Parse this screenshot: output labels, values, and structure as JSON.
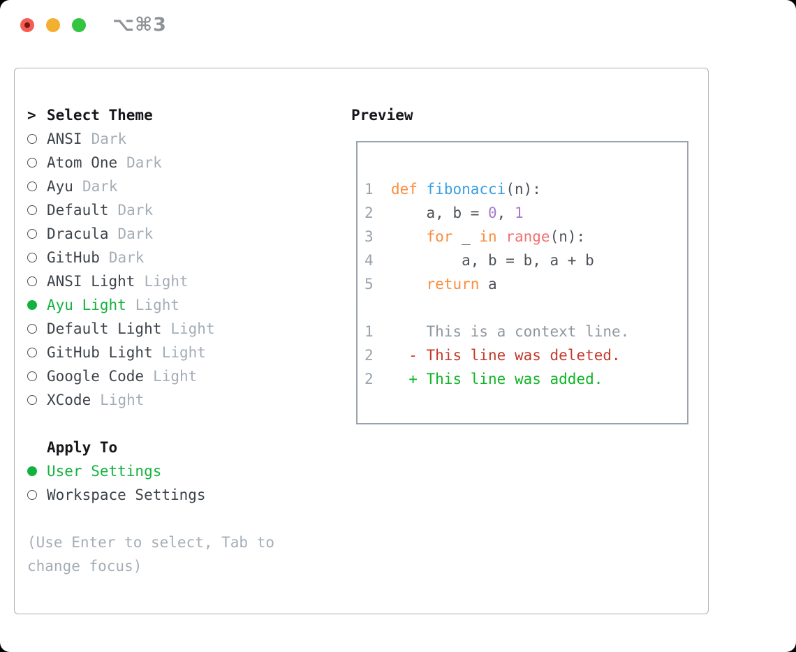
{
  "window": {
    "title": "⌥⌘3"
  },
  "theme_panel": {
    "prompt": ">",
    "header": "Select Theme",
    "items": [
      {
        "name": "ANSI",
        "variant": "Dark",
        "selected": false
      },
      {
        "name": "Atom One",
        "variant": "Dark",
        "selected": false
      },
      {
        "name": "Ayu",
        "variant": "Dark",
        "selected": false
      },
      {
        "name": "Default",
        "variant": "Dark",
        "selected": false
      },
      {
        "name": "Dracula",
        "variant": "Dark",
        "selected": false
      },
      {
        "name": "GitHub",
        "variant": "Dark",
        "selected": false
      },
      {
        "name": "ANSI Light",
        "variant": "Light",
        "selected": false
      },
      {
        "name": "Ayu Light",
        "variant": "Light",
        "selected": true
      },
      {
        "name": "Default Light",
        "variant": "Light",
        "selected": false
      },
      {
        "name": "GitHub Light",
        "variant": "Light",
        "selected": false
      },
      {
        "name": "Google Code",
        "variant": "Light",
        "selected": false
      },
      {
        "name": "XCode",
        "variant": "Light",
        "selected": false
      }
    ]
  },
  "apply_to": {
    "header": "Apply To",
    "items": [
      {
        "label": "User Settings",
        "selected": true
      },
      {
        "label": "Workspace Settings",
        "selected": false
      }
    ]
  },
  "help_text": "(Use Enter to select, Tab to change focus)",
  "preview": {
    "header": "Preview",
    "code_lines": [
      {
        "num": "1",
        "segments": [
          {
            "text": "def",
            "type": "keyword"
          },
          {
            "text": " ",
            "type": "plain"
          },
          {
            "text": "fibonacci",
            "type": "function"
          },
          {
            "text": "(n):",
            "type": "plain"
          }
        ]
      },
      {
        "num": "2",
        "segments": [
          {
            "text": "    a, b = ",
            "type": "plain"
          },
          {
            "text": "0",
            "type": "number"
          },
          {
            "text": ", ",
            "type": "plain"
          },
          {
            "text": "1",
            "type": "number"
          }
        ]
      },
      {
        "num": "3",
        "segments": [
          {
            "text": "    ",
            "type": "plain"
          },
          {
            "text": "for",
            "type": "keyword"
          },
          {
            "text": " _ ",
            "type": "plain"
          },
          {
            "text": "in",
            "type": "keyword"
          },
          {
            "text": " ",
            "type": "plain"
          },
          {
            "text": "range",
            "type": "call"
          },
          {
            "text": "(n):",
            "type": "plain"
          }
        ]
      },
      {
        "num": "4",
        "segments": [
          {
            "text": "        a, b = b, a + b",
            "type": "plain"
          }
        ]
      },
      {
        "num": "5",
        "segments": [
          {
            "text": "    ",
            "type": "plain"
          },
          {
            "text": "return",
            "type": "keyword"
          },
          {
            "text": " a",
            "type": "plain"
          }
        ]
      },
      {
        "num": "",
        "segments": []
      },
      {
        "num": "1",
        "segments": [
          {
            "text": "    This is a context line.",
            "type": "context"
          }
        ]
      },
      {
        "num": "2",
        "segments": [
          {
            "text": "  - This line was deleted.",
            "type": "deleted"
          }
        ]
      },
      {
        "num": "2",
        "segments": [
          {
            "text": "  + This line was added.",
            "type": "added"
          }
        ]
      }
    ]
  },
  "colors": {
    "selection_green": "#13b23f",
    "item_name": "#3d434a",
    "item_variant": "#a4adb6",
    "header_text": "#141619",
    "help_text": "#a4adb6",
    "border_outer": "#a9b0ba",
    "border_preview": "#9aa2ad",
    "line_number": "#9aa2ab",
    "code_plain": "#4b5157",
    "keyword": "#fa8d3e",
    "function_name": "#399ee6",
    "number_literal": "#a37acc",
    "builtin_call": "#f07171",
    "diff_context": "#8f979e",
    "diff_deleted": "#c3392c",
    "diff_added": "#0eb424",
    "traffic_red": "#f45d55",
    "traffic_yellow": "#f3b02f",
    "traffic_green": "#33c441",
    "title_text": "#8f9296"
  }
}
